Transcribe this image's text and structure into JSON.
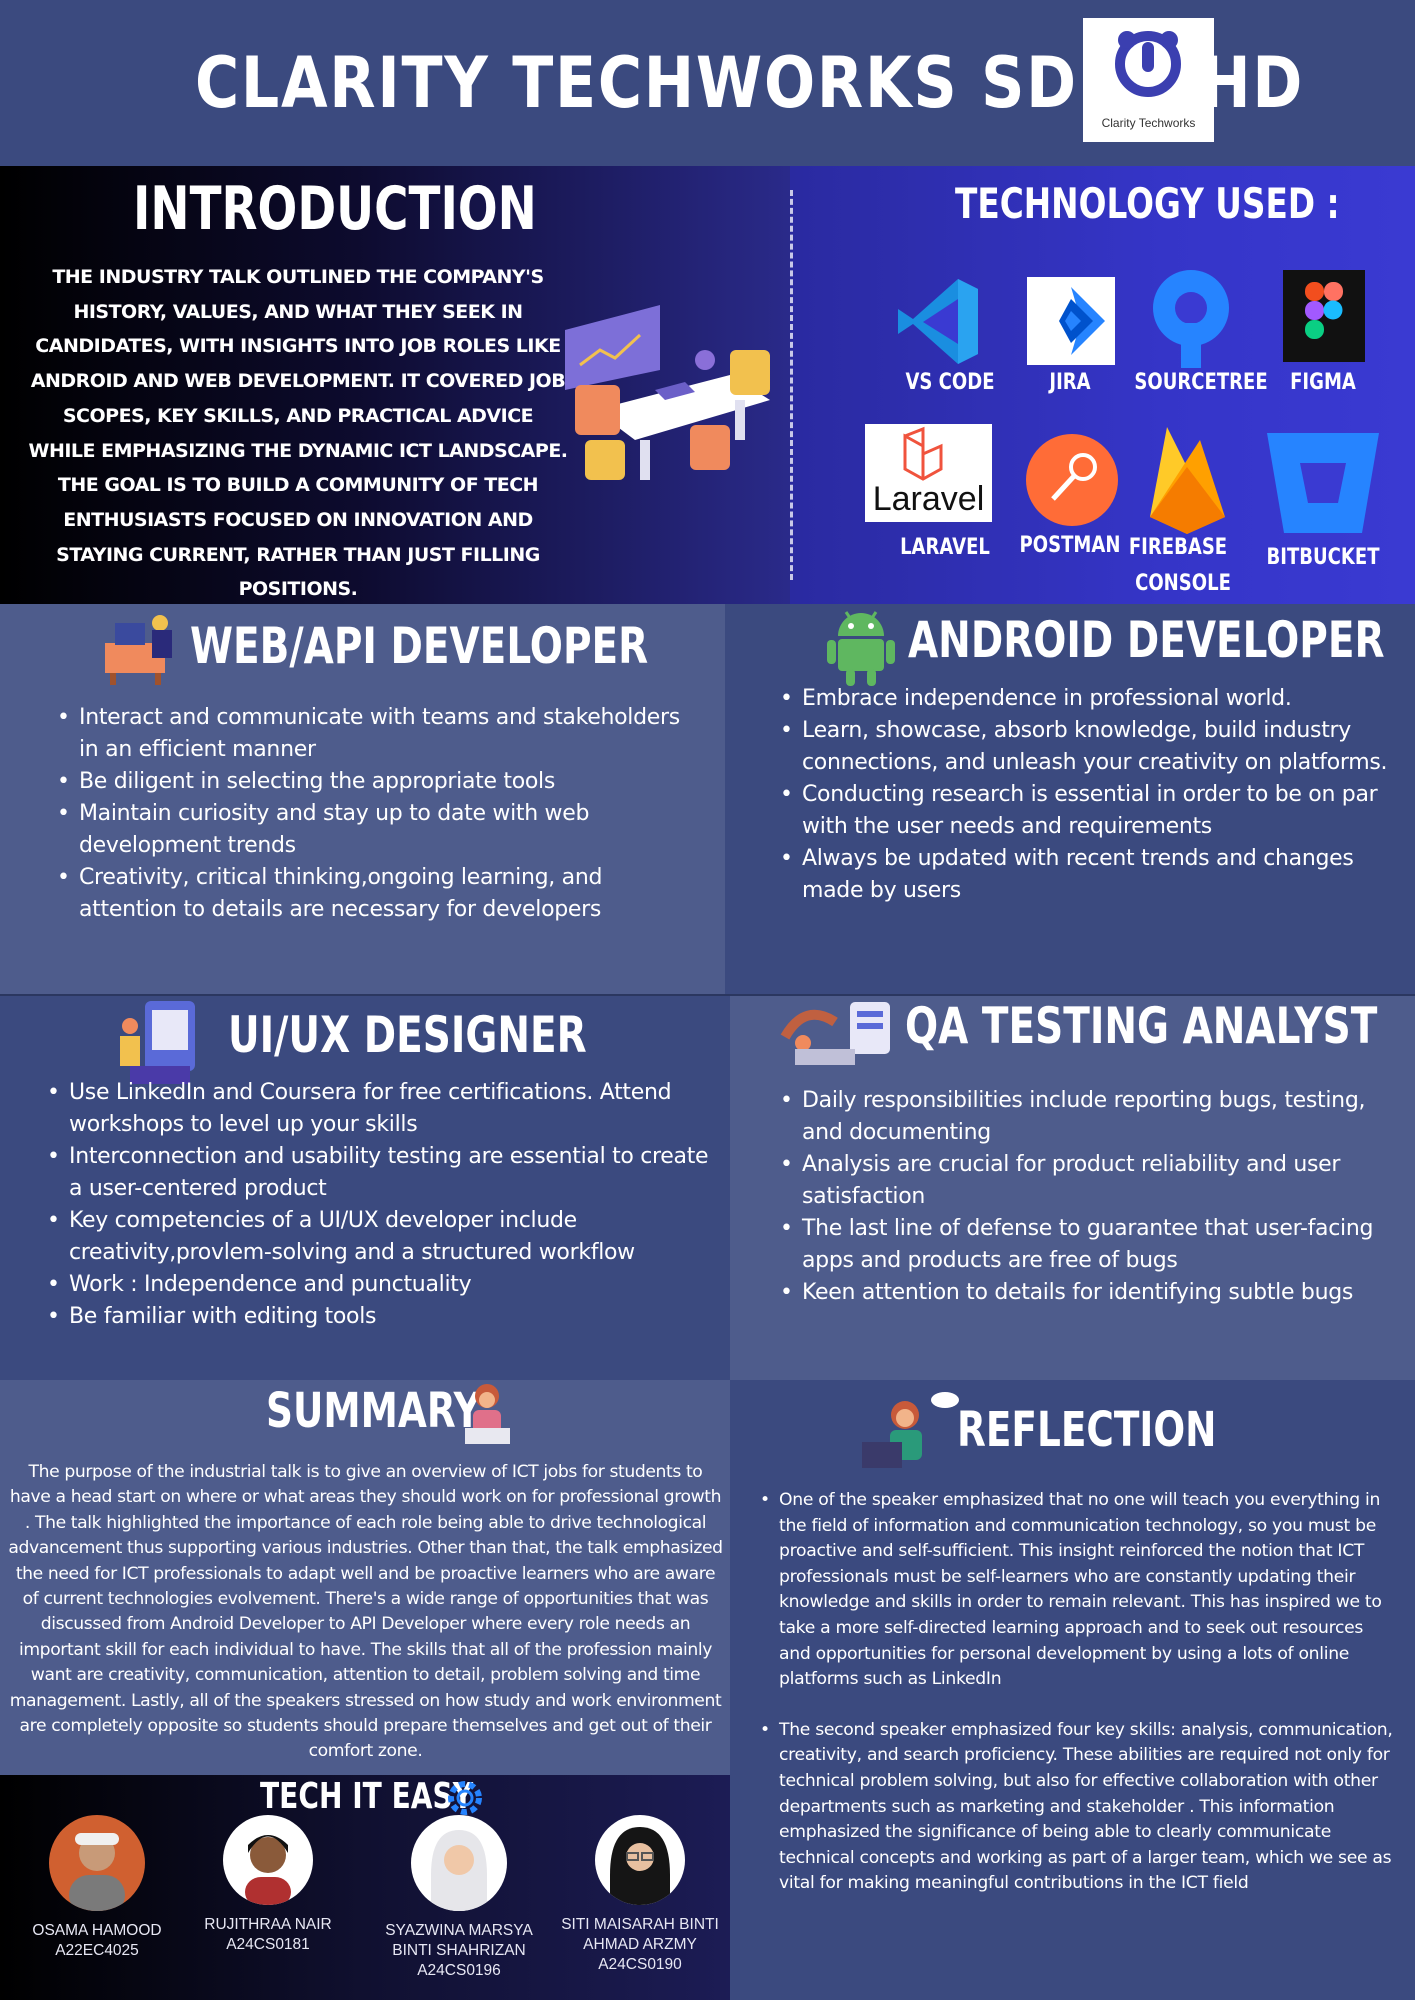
{
  "header": {
    "title": "CLARITY TECHWORKS SDN BHD",
    "logo_text": "Clarity Techworks",
    "logo_color": "#3b3fb0"
  },
  "intro": {
    "title": "INTRODUCTION",
    "text": "The industry talk outlined the company's history, values, and what they seek in candidates, with insights into job roles like Android and web development. It covered job scopes, key skills, and practical advice while emphasizing the dynamic ICT landscape. The goal is to build a community of tech enthusiasts focused on innovation and staying current, rather than just filling positions."
  },
  "technology": {
    "title": "TECHNOLOGY USED :",
    "items": [
      {
        "label": "VS CODE",
        "icon": "vscode-icon"
      },
      {
        "label": "JIRA",
        "icon": "jira-icon"
      },
      {
        "label": "SOURCETREE",
        "icon": "sourcetree-icon"
      },
      {
        "label": "FIGMA",
        "icon": "figma-icon"
      },
      {
        "label": "LARAVEL",
        "icon": "laravel-icon",
        "logo_word": "Laravel"
      },
      {
        "label": "POSTMAN",
        "icon": "postman-icon"
      },
      {
        "label": "FIREBASE",
        "label2": "CONSOLE",
        "icon": "firebase-icon"
      },
      {
        "label": "BITBUCKET",
        "icon": "bitbucket-icon"
      }
    ]
  },
  "web": {
    "title": "WEB/API DEVELOPER",
    "bullets": [
      "Interact and communicate with teams and stakeholders in an efficient manner",
      "Be diligent in selecting the appropriate tools",
      "Maintain curiosity and stay up to date with web development trends",
      "Creativity, critical thinking,ongoing learning, and attention to details are necessary for developers"
    ]
  },
  "android": {
    "title": "ANDROID DEVELOPER",
    "bullets": [
      " Embrace independence in professional world.",
      "Learn, showcase, absorb knowledge, build industry connections, and unleash your creativity on platforms.",
      "Conducting research is essential in order to be on par with the user needs and requirements",
      "Always be updated with recent trends and changes made by users"
    ]
  },
  "uiux": {
    "title": "UI/UX DESIGNER",
    "bullets": [
      " Use LinkedIn and Coursera for free certifications. Attend workshops to level up your skills",
      "Interconnection and usability testing are essential to create a user-centered product",
      "Key competencies of a UI/UX developer include creativity,provlem-solving and a structured workflow",
      "Work : Independence and punctuality",
      "Be familiar with editing tools"
    ]
  },
  "qa": {
    "title": "QA TESTING ANALYST",
    "bullets": [
      "Daily responsibilities include reporting bugs, testing, and documenting",
      "Analysis are crucial for product reliability and user satisfaction",
      "The last line of defense to guarantee that user-facing apps and products are free of bugs",
      "Keen attention to details for identifying subtle bugs"
    ]
  },
  "summary": {
    "title": "SUMMARY",
    "text": "The purpose of the industrial talk is to give an overview of ICT jobs for students to have a head start on where or what areas they should work on for professional growth . The talk highlighted the importance of each role being  able to drive technological advancement thus supporting various industries. Other than that, the talk emphasized the need for ICT professionals to adapt well and be proactive learners who are aware of current technologies evolvement. There's a wide range of opportunities that was discussed from Android Developer to API Developer where every role needs an important skill for each individual to have. The skills that all of the profession mainly want are creativity, communication, attention to detail, problem solving and time management. Lastly, all of the speakers stressed on how study and work environment are completely opposite so students should prepare themselves and get out of their comfort zone."
  },
  "reflection": {
    "title": "REFLECTION",
    "bullets": [
      "One of the speaker emphasized that no one will teach you everything in the field of information and communication technology, so you must be proactive and self-sufficient. This insight reinforced the notion that ICT professionals must be self-learners who are constantly updating their knowledge and skills in order to remain relevant. This has inspired we to take a more self-directed learning approach and to seek out resources and opportunities for personal development by using a lots of online platforms such as LinkedIn",
      "The second speaker emphasized four key skills: analysis, communication, creativity, and search proficiency. These abilities are required not only for technical problem solving, but also for effective collaboration with other departments such as marketing and stakeholder . This information emphasized the significance of being able to clearly communicate technical concepts and working as part of a larger team, which we see as vital for making meaningful contributions in the ICT field"
    ]
  },
  "team": {
    "title": "TECH IT EASY",
    "members": [
      {
        "name": "OSAMA HAMOOD",
        "id": "A22EC4025"
      },
      {
        "name": "RUJITHRAA NAIR",
        "id": "A24CS0181"
      },
      {
        "name": "SYAZWINA MARSYA",
        "name2": "BINTI SHAHRIZAN",
        "id": "A24CS0196"
      },
      {
        "name": "SITI MAISARAH BINTI",
        "name2": "AHMAD ARZMY",
        "id": "A24CS0190"
      }
    ]
  }
}
